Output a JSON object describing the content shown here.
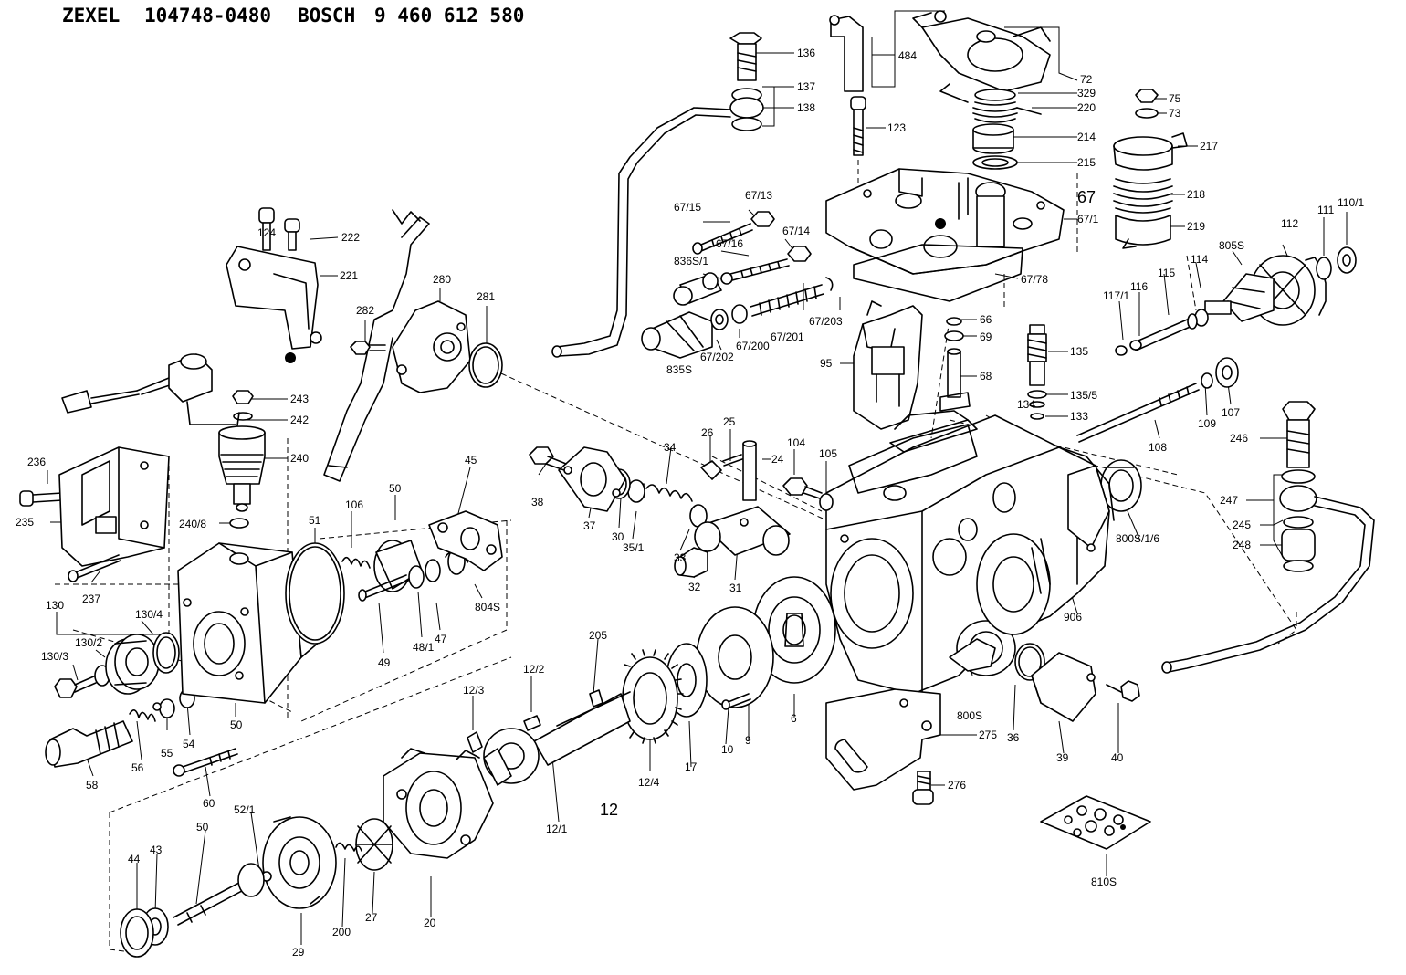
{
  "header": {
    "brand1": "ZEXEL",
    "part1": "104748-0480",
    "brand2": "BOSCH",
    "part2": "9 460 612 580"
  },
  "labels": {
    "l136": "136",
    "l137": "137",
    "l138": "138",
    "l484": "484",
    "l72": "72",
    "l329": "329",
    "l220": "220",
    "l123": "123",
    "l214": "214",
    "l215": "215",
    "l75": "75",
    "l73": "73",
    "l217": "217",
    "l218": "218",
    "l219": "219",
    "l67": "67",
    "l67_1": "67/1",
    "l67_78": "67/78",
    "l67_13": "67/13",
    "l67_15": "67/15",
    "l67_14": "67/14",
    "l67_16": "67/16",
    "l836s_1": "836S/1",
    "l67_203": "67/203",
    "l67_201": "67/201",
    "l67_200": "67/200",
    "l67_202": "67/202",
    "l835s": "835S",
    "l66": "66",
    "l69": "69",
    "l68": "68",
    "l95": "95",
    "l135": "135",
    "l135_5": "135/5",
    "l134": "134",
    "l133": "133",
    "l112": "112",
    "l111": "111",
    "l110_1": "110/1",
    "l805s": "805S",
    "l114": "114",
    "l115": "115",
    "l116": "116",
    "l117_1": "117/1",
    "l124": "124",
    "l222": "222",
    "l221": "221",
    "l280": "280",
    "l281": "281",
    "l282": "282",
    "l243": "243",
    "l242": "242",
    "l240": "240",
    "l240_8": "240/8",
    "l236": "236",
    "l235": "235",
    "l237": "237",
    "l106": "106",
    "l51": "51",
    "l50a": "50",
    "l45": "45",
    "l804s": "804S",
    "l47": "47",
    "l48_1": "48/1",
    "l49": "49",
    "l130": "130",
    "l130_4": "130/4",
    "l130_2": "130/2",
    "l130_3": "130/3",
    "l50b": "50",
    "l54": "54",
    "l55": "55",
    "l56": "56",
    "l58": "58",
    "l60": "60",
    "l38": "38",
    "l37": "37",
    "l30": "30",
    "l35_1": "35/1",
    "l34": "34",
    "l26": "26",
    "l25": "25",
    "l24": "24",
    "l33": "33",
    "l32": "32",
    "l31": "31",
    "l104": "104",
    "l105": "105",
    "l108": "108",
    "l109": "109",
    "l107": "107",
    "l246": "246",
    "l247": "247",
    "l245": "245",
    "l248": "248",
    "l800s_1_6": "800S/1/6",
    "l906": "906",
    "l800s": "800S",
    "l275": "275",
    "l276": "276",
    "l36": "36",
    "l39": "39",
    "l40": "40",
    "l810s": "810S",
    "l205": "205",
    "l12_2": "12/2",
    "l12_3": "12/3",
    "l12_4": "12/4",
    "l12_1": "12/1",
    "l12": "12",
    "l17": "17",
    "l10": "10",
    "l9": "9",
    "l6": "6",
    "l52_1": "52/1",
    "l50c": "50",
    "l44": "44",
    "l43": "43",
    "l29": "29",
    "l200": "200",
    "l27": "27",
    "l20": "20"
  }
}
